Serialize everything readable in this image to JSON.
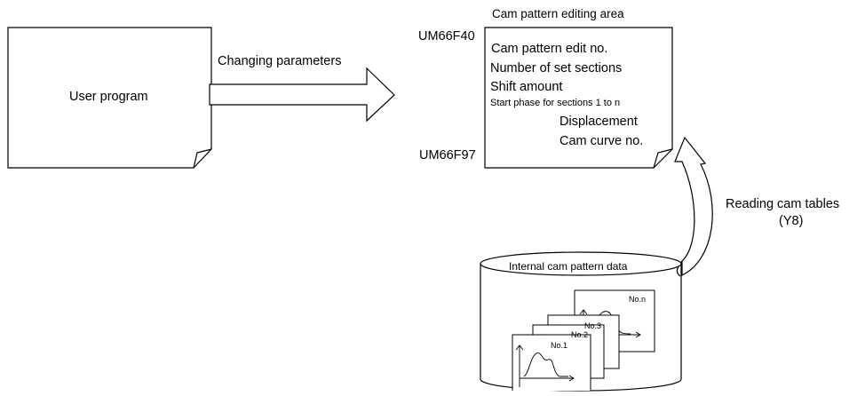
{
  "user_program": {
    "label": "User program"
  },
  "arrow_changing": {
    "label": "Changing parameters"
  },
  "editing_area": {
    "title": "Cam pattern editing area",
    "addr_start": "UM66F40",
    "addr_end": "UM66F97",
    "lines": [
      "Cam pattern edit no.",
      "Number of set sections",
      "Shift amount",
      "Start phase for sections 1 to n",
      "Displacement",
      "Cam curve no."
    ]
  },
  "reading": {
    "line1": "Reading cam tables",
    "line2": "(Y8)"
  },
  "cylinder": {
    "label": "Internal cam pattern data",
    "cards": [
      "No.1",
      "No.2",
      "No.3",
      "No.n"
    ]
  }
}
